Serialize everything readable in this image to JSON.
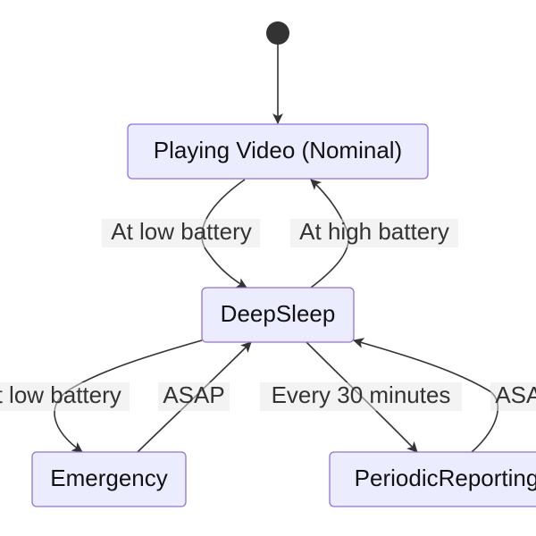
{
  "diagram": {
    "type": "state-diagram",
    "colors": {
      "state_fill": "#ECECFF",
      "state_border": "#9370DB",
      "edge": "#333333",
      "label_background": "#e8e8e8"
    },
    "start_state": "start",
    "states": {
      "playing": "Playing Video (Nominal)",
      "deepsleep": "DeepSleep",
      "emergency": "Emergency",
      "periodic": "PeriodicReporting"
    },
    "transitions": [
      {
        "from": "start",
        "to": "playing",
        "label": ""
      },
      {
        "from": "playing",
        "to": "deepsleep",
        "label": "At low battery"
      },
      {
        "from": "deepsleep",
        "to": "playing",
        "label": "At high battery"
      },
      {
        "from": "deepsleep",
        "to": "emergency",
        "label": "At low battery"
      },
      {
        "from": "emergency",
        "to": "deepsleep",
        "label": "ASAP"
      },
      {
        "from": "deepsleep",
        "to": "periodic",
        "label": "Every 30 minutes"
      },
      {
        "from": "periodic",
        "to": "deepsleep",
        "label": "ASAP"
      }
    ]
  }
}
